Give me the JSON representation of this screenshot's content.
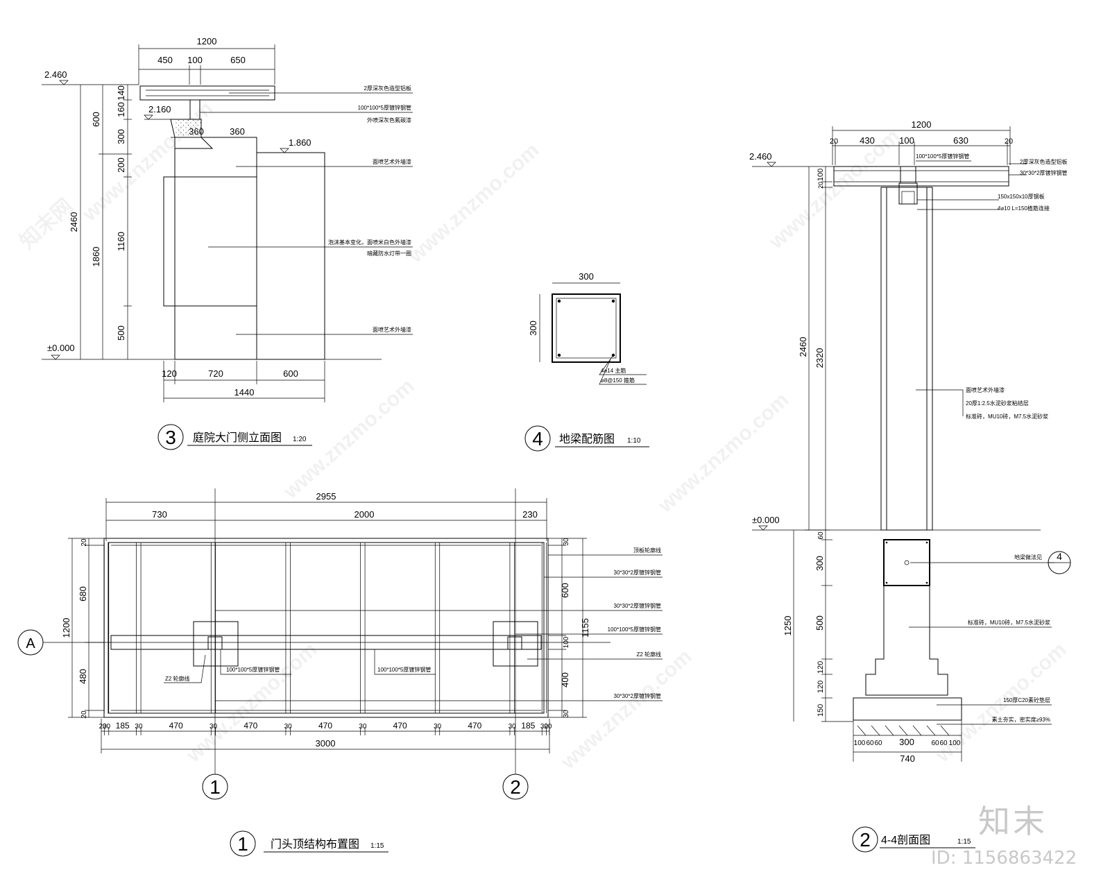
{
  "elevation": {
    "title": "庭院大门侧立面图",
    "scale": "1:20",
    "num": "3",
    "dims_top": [
      "1200",
      "450",
      "100",
      "650"
    ],
    "levels": [
      "2.460",
      "2.160",
      "1.860",
      "±0.000"
    ],
    "dims_left": [
      "2460",
      "1860",
      "600",
      "140",
      "160",
      "300",
      "200",
      "1160",
      "500"
    ],
    "dims_mid": [
      "360",
      "360"
    ],
    "dims_bottom": [
      "120",
      "720",
      "600",
      "1440"
    ],
    "notes": [
      "2厚深灰色造型铝板",
      "100*100*5厚镀锌钢管",
      "外喷深灰色氟碳漆",
      "面喷艺术外墙漆",
      "泡沫基本变化，面喷米白色外墙漆",
      "暗藏防水灯带一圈",
      "面喷艺术外墙漆"
    ]
  },
  "beam": {
    "title": "地梁配筋图",
    "scale": "1:10",
    "num": "4",
    "dims": [
      "300",
      "300"
    ],
    "notes": [
      "4⌀14 主筋",
      "⌀8@150 箍筋"
    ]
  },
  "plan": {
    "title": "门头顶结构布置图",
    "scale": "1:15",
    "num": "1",
    "dims_top": [
      "2955",
      "730",
      "2000",
      "230"
    ],
    "dims_left": [
      "20",
      "680",
      "1200",
      "480",
      "20"
    ],
    "dims_right": [
      "30",
      "600",
      "1155",
      "100",
      "400",
      "30"
    ],
    "dims_bottom": [
      "20",
      "30",
      "185",
      "30",
      "470",
      "30",
      "470",
      "30",
      "470",
      "30",
      "470",
      "30",
      "470",
      "30",
      "185",
      "30",
      "20"
    ],
    "total": "3000",
    "axis_a": "A",
    "axis_1": "1",
    "axis_2": "2",
    "notes": [
      "顶板轮廓线",
      "30*30*2厚镀锌钢管",
      "30*30*2厚镀锌钢管",
      "100*100*5厚镀锌钢管",
      "Z2 轮廓线",
      "30*30*2厚镀锌钢管"
    ],
    "inner_notes": [
      "Z2 轮廓线",
      "100*100*5厚镀锌钢管",
      "100*100*5厚镀锌钢管"
    ]
  },
  "section": {
    "title": "4-4剖面图",
    "scale": "1:15",
    "num": "2",
    "dims_top": [
      "1200",
      "20",
      "430",
      "100",
      "630",
      "20"
    ],
    "levels": [
      "2.460",
      "±0.000"
    ],
    "dims_left": [
      "100",
      "20",
      "2460",
      "2320",
      "60",
      "300",
      "1250",
      "500",
      "120",
      "120",
      "150"
    ],
    "dims_bottom": [
      "100",
      "60",
      "60",
      "300",
      "60",
      "60",
      "100",
      "740"
    ],
    "notes": [
      "2厚深灰色造型铝板",
      "30*30*2厚镀锌钢管",
      "100*100*5厚镀锌钢管",
      "150x150x10厚钢板",
      "4⌀10 L=150植筋连接",
      "面喷艺术外墙漆",
      "20厚1:2.5水泥砂浆粘结层",
      "标准砖，MU10砖，M7.5水泥砂浆",
      "地梁做法见",
      "标准砖，MU10砖，M7.5水泥砂浆",
      "150厚C20素砼垫层",
      "素土夯实，密实度≥93%"
    ],
    "ref": "4"
  },
  "watermark": {
    "site": "www.znzmo.com",
    "brand": "知末网",
    "logo": "知末",
    "id": "ID: 1156863422"
  }
}
